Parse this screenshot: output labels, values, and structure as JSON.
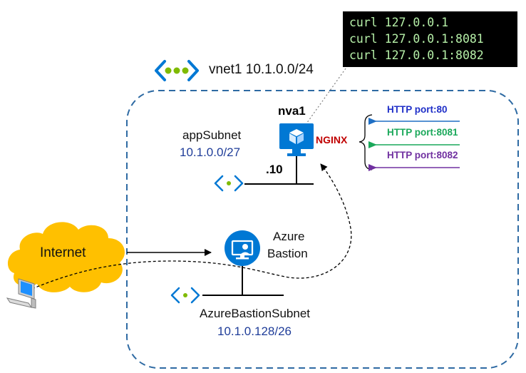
{
  "terminal": {
    "lines": [
      "curl 127.0.0.1",
      "curl 127.0.0.1:8081",
      "curl 127.0.0.1:8082"
    ]
  },
  "vnet": {
    "label": "vnet1 10.1.0.0/24",
    "icon": "vnet-icon"
  },
  "nva": {
    "name": "nva1",
    "software": "NGINX",
    "ip_suffix": ".10",
    "icon": "vm-icon",
    "cube_icon": "cube-icon"
  },
  "app_subnet": {
    "name": "appSubnet",
    "cidr": "10.1.0.0/27",
    "icon": "subnet-icon"
  },
  "bastion": {
    "label_line1": "Azure",
    "label_line2": "Bastion",
    "icon": "bastion-icon"
  },
  "bastion_subnet": {
    "name": "AzureBastionSubnet",
    "cidr": "10.1.0.128/26",
    "icon": "subnet-icon"
  },
  "internet": {
    "label": "Internet",
    "icon": "cloud-icon"
  },
  "client": {
    "icon": "client-computer-icon"
  },
  "http_ports": [
    {
      "label": "HTTP port:80",
      "color": "#1f2fc8",
      "arrow_color": "#1f6fc4"
    },
    {
      "label": "HTTP port:8081",
      "color": "#1aa85a",
      "arrow_color": "#1aa85a"
    },
    {
      "label": "HTTP port:8082",
      "color": "#7030a0",
      "arrow_color": "#7030a0"
    }
  ],
  "colors": {
    "vnet_border": "#2e6aa3",
    "azure_blue": "#0078d4",
    "nginx_red": "#c00000",
    "subnet_text": "#1f3d99",
    "cloud_fill": "#ffc000",
    "subnet_icon_dot": "#7fba00"
  }
}
